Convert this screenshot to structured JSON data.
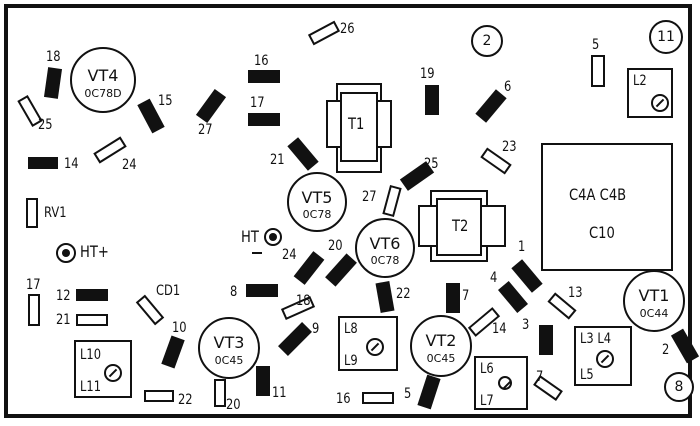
{
  "transistors": {
    "vt1": {
      "name": "VT1",
      "type": "0C44"
    },
    "vt2": {
      "name": "VT2",
      "type": "0C45"
    },
    "vt3": {
      "name": "VT3",
      "type": "0C45"
    },
    "vt4": {
      "name": "VT4",
      "type": "0C78D"
    },
    "vt5": {
      "name": "VT5",
      "type": "0C78"
    },
    "vt6": {
      "name": "VT6",
      "type": "0C78"
    }
  },
  "transformers": {
    "t1": "T1",
    "t2": "T2"
  },
  "capacitor_block": {
    "line1": "C4A  C4B",
    "line2": "C10"
  },
  "coils": {
    "l2": "L2",
    "l8": "L8",
    "l9": "L9",
    "l10": "L10",
    "l11": "L11",
    "l6": "L6",
    "l7": "L7",
    "l3l4": "L3 L4",
    "l5": "L5"
  },
  "connection_points": {
    "circle_2": "2",
    "circle_11": "11",
    "circle_8": "8"
  },
  "terminals": {
    "ht_plus": "HT+",
    "ht_minus": "HT"
  },
  "labels": {
    "r18": "18",
    "r25": "25",
    "r14": "14",
    "rv1": "RV1",
    "r12": "12",
    "r21a": "21",
    "r17a": "17",
    "cd1": "CD1",
    "r10": "10",
    "r22a": "22",
    "r20a": "20",
    "r11": "11",
    "r15": "15",
    "r24a": "24",
    "r16a": "16",
    "r17b": "17",
    "r27a": "27",
    "r26": "26",
    "r21b": "21",
    "r19": "19",
    "r6": "6",
    "r23": "23",
    "r25b": "25",
    "r27b": "27",
    "r5a": "5",
    "r24b": "24",
    "r20b": "20",
    "r8": "8",
    "r18b": "18",
    "r9": "9",
    "r22b": "22",
    "r7a": "7",
    "r1": "1",
    "r4": "4",
    "r14b": "14",
    "r3": "3",
    "r13": "13",
    "r7b": "7",
    "r2": "2",
    "r16b": "16",
    "r5b": "5"
  },
  "colors": {
    "ink": "#111111",
    "board": "#ffffff"
  }
}
